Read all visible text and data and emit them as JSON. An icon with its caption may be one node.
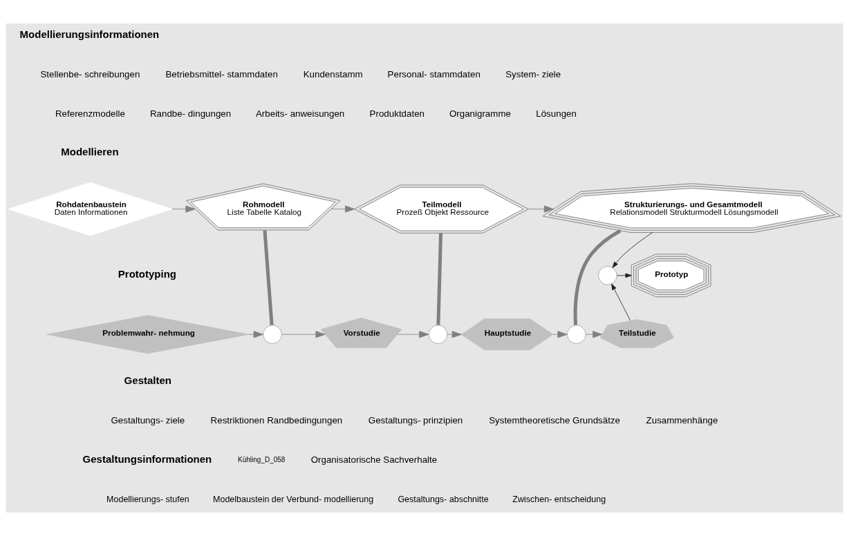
{
  "diagram": {
    "nodes": [
      {
        "text": [
          "Rohdatenbaustein",
          "Daten Informationen"
        ]
      },
      {
        "text": [
          "Rohmodell",
          "Liste Tabelle Katalog"
        ]
      },
      {
        "text": [
          "Teilmodell",
          "Prozeß Objekt Ressource"
        ]
      },
      {
        "text": [
          "Strukturierungs- und Gesamtmodell",
          "Relationsmodell Strukturmodell Lösungsmodell"
        ]
      },
      {
        "text": [
          "Problemwahr- nehmung"
        ]
      },
      {
        "text": [],
        "shape": "circle"
      },
      {
        "text": [
          "Vorstudie"
        ]
      },
      {
        "text": [],
        "shape": "circle"
      },
      {
        "text": [
          "Hauptstudie"
        ]
      },
      {
        "text": [],
        "shape": "circle"
      },
      {
        "text": [
          "Teilstudie"
        ]
      },
      {
        "text": [],
        "shape": "circle"
      },
      {
        "text": [
          "Prototyp"
        ]
      }
    ],
    "edges": [
      {
        "from": 0,
        "to": 1,
        "arrow": "to"
      },
      {
        "from": 1,
        "to": 2,
        "arrow": "to"
      },
      {
        "from": 2,
        "to": 3,
        "arrow": "to"
      },
      {
        "from": 4,
        "to": 5,
        "arrow": "to"
      },
      {
        "from": 5,
        "to": 6,
        "arrow": "to"
      },
      {
        "from": 6,
        "to": 7,
        "arrow": "to"
      },
      {
        "from": 7,
        "to": 8,
        "arrow": "to"
      },
      {
        "from": 8,
        "to": 9,
        "arrow": "to"
      },
      {
        "from": 9,
        "to": 10,
        "arrow": "to"
      },
      {
        "from": 1,
        "to": 5,
        "arrow": "none",
        "style": "thick"
      },
      {
        "from": 2,
        "to": 7,
        "arrow": "none",
        "style": "thick"
      },
      {
        "from": 3,
        "to": 9,
        "arrow": "none",
        "style": "thick"
      },
      {
        "from": 3,
        "to": 11,
        "arrow": "to",
        "color": "#231f20"
      },
      {
        "from": 10,
        "to": 11,
        "arrow": "to",
        "color": "#231f20"
      },
      {
        "from": 11,
        "to": 12,
        "arrow": "to",
        "color": "#231f20"
      }
    ],
    "labels": [
      "Modellierungsinformationen",
      "Stellenbe- schreibungen",
      "Betriebsmittel- stammdaten",
      "Kundenstamm",
      "Personal- stammdaten",
      "System- ziele",
      "Referenzmodelle",
      "Randbe- dingungen",
      "Arbeits- anweisungen",
      "Produktdaten",
      "Organigramme",
      "Lösungen",
      "Modellieren",
      "Prototyping",
      "Gestalten",
      "Gestaltungs- ziele",
      "Restriktionen Randbedingungen",
      "Gestaltungs- prinzipien",
      "Systemtheoretische Grundsätze",
      "Zusammenhänge",
      "Gestaltungsinformationen",
      "Kühling_D_058",
      "Organisatorische Sachverhalte"
    ],
    "legend": [
      {
        "text": "Modellierungs- stufen"
      },
      {
        "text": "Modelbaustein der Verbund- modellierung"
      },
      {
        "text": "Gestaltungs- abschnitte"
      },
      {
        "text": "Zwischen- entscheidung"
      }
    ]
  }
}
